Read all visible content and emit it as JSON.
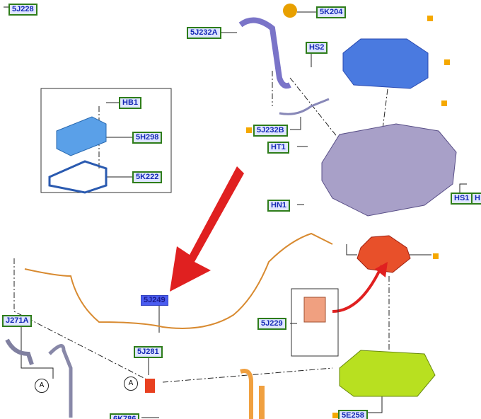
{
  "labels": {
    "l5J228": "5J228",
    "l5K204": "5K204",
    "l5J232A": "5J232A",
    "lHS2": "HS2",
    "lHB1": "HB1",
    "l5H298": "5H298",
    "l5K222": "5K222",
    "l5J232B": "5J232B",
    "lHT1": "HT1",
    "lHN1": "HN1",
    "lHS1": "HS1",
    "lH": "H",
    "l5J249": "5J249",
    "l5J229": "5J229",
    "lJ271A": "J271A",
    "l5J281": "5J281",
    "l6K786": "6K786",
    "l5E258": "5E258"
  },
  "refs": {
    "a1": "A",
    "a2": "A"
  },
  "highlight": {
    "part": "5J249",
    "arrow_color": "#e02020"
  }
}
